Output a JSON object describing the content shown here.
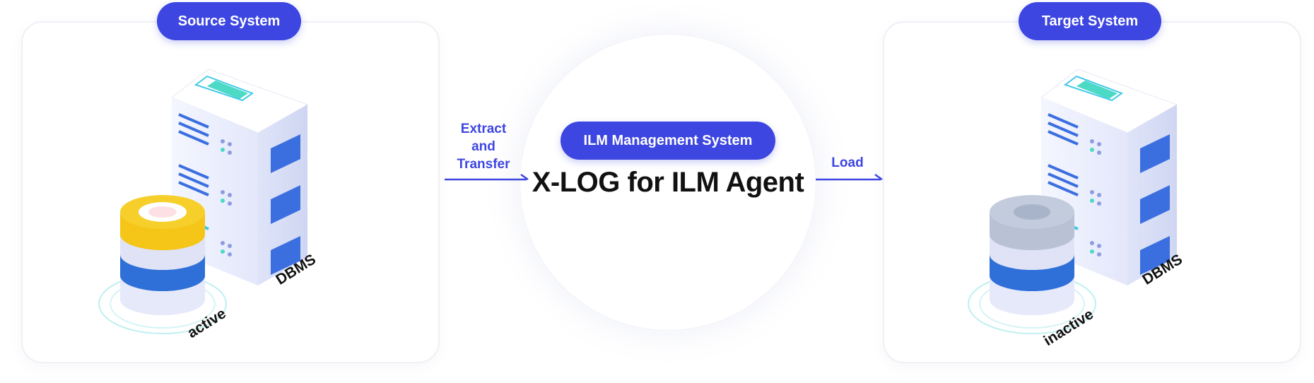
{
  "source": {
    "badge": "Source System",
    "dbms_label": "DBMS",
    "state_label": "active",
    "disk_color": "#f5c518"
  },
  "target": {
    "badge": "Target System",
    "dbms_label": "DBMS",
    "state_label": "inactive",
    "disk_color": "#b8c2d4"
  },
  "center": {
    "badge": "ILM Management System",
    "title": "X-LOG for ILM Agent"
  },
  "flows": {
    "extract": [
      "Extract",
      "and",
      "Transfer"
    ],
    "load": "Load"
  },
  "colors": {
    "accent": "#3d46e0",
    "server_top": "#4cd9c6",
    "server_panel": "#3b6fe0",
    "disk_blue": "#2f6fd8"
  }
}
